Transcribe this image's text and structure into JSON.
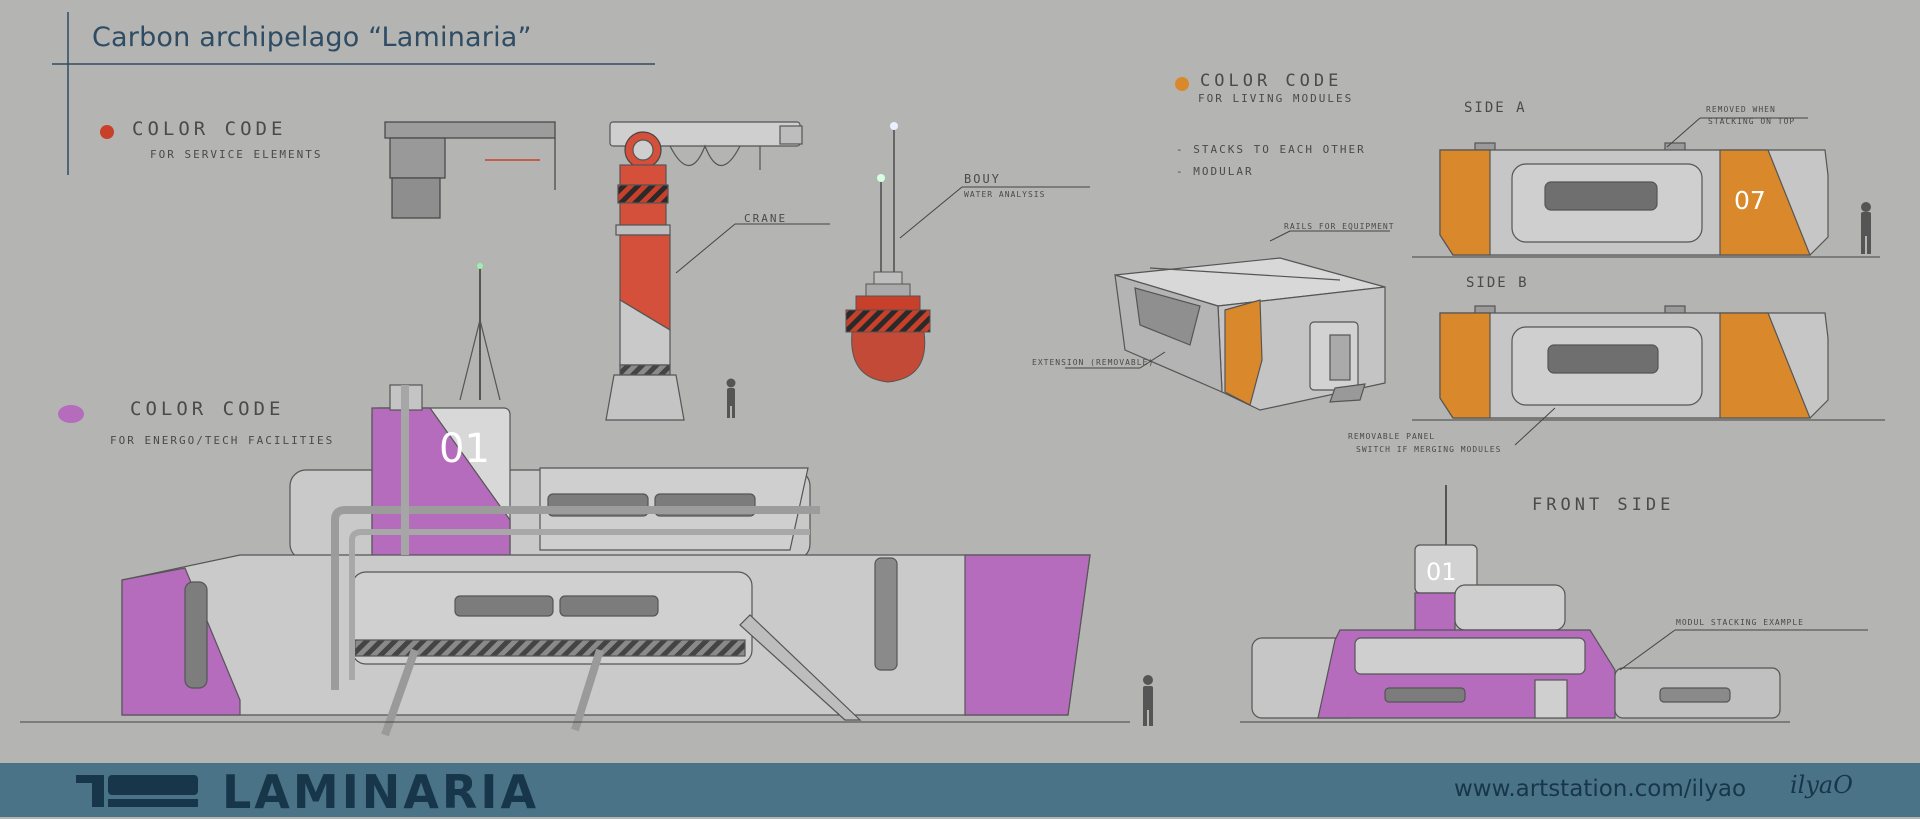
{
  "header": {
    "title": "Carbon archipelago “Laminaria”"
  },
  "colors": {
    "background": "#b4b4b2",
    "service": "#c8402a",
    "living": "#d9892b",
    "energo": "#b56cbc",
    "footer": "#4a7388",
    "footer_text": "#17364a"
  },
  "legend": {
    "service": {
      "title": "Color code",
      "subtitle": "for service elements"
    },
    "living": {
      "title": "Color code",
      "subtitle": "for living modules"
    },
    "energo": {
      "title": "Color code",
      "subtitle": "for energo/tech facilities"
    }
  },
  "notes": {
    "crane": "Crane",
    "bouy_title": "Bouy",
    "bouy_sub": "water analysis",
    "stacks": "- Stacks to each other",
    "modular": "- Modular",
    "rails": "rails for equipment",
    "extension": "Extension (removable)",
    "side_a": "Side A",
    "side_b": "Side B",
    "side_a_note_1": "Removed when",
    "side_a_note_2": "stacking on top",
    "removable_1": "Removable panel",
    "removable_2": "switch if merging modules",
    "front_side": "Front side",
    "stacking": "Modul stacking example"
  },
  "badges": {
    "living": "07",
    "energo": "01"
  },
  "footer": {
    "logo_icon": "laminaria-logo-icon",
    "brand": "LAMINARIA",
    "url": "www.artstation.com/ilyao",
    "signature": "ilyaO"
  }
}
